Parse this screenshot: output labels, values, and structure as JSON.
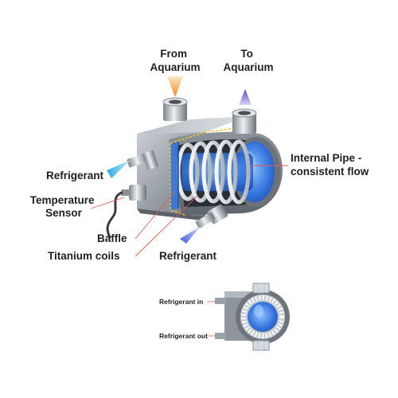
{
  "labels": {
    "from_aquarium": [
      "From",
      "Aquarium"
    ],
    "to_aquarium": [
      "To",
      "Aquarium"
    ],
    "refrigerant_left": "Refrigerant",
    "temperature_sensor": [
      "Temperature",
      "Sensor"
    ],
    "baffle": "Baffle",
    "titanium_coils": "Titanium coils",
    "refrigerant_bottom": "Refrigerant",
    "internal_pipe": [
      "Internal Pipe -",
      "consistent flow"
    ],
    "refrigerant_in": "Refrigerant in",
    "refrigerant_out": "Refrigerant out"
  },
  "colors": {
    "leader_line": "#e05a5a",
    "inflow_arrow": "#f29a1a",
    "outflow_arrow": "#5a56c8",
    "refrigerant_jet": "#44b4ea",
    "water_blue": "#2f6fd4",
    "housing_grey": "#8e959c"
  }
}
